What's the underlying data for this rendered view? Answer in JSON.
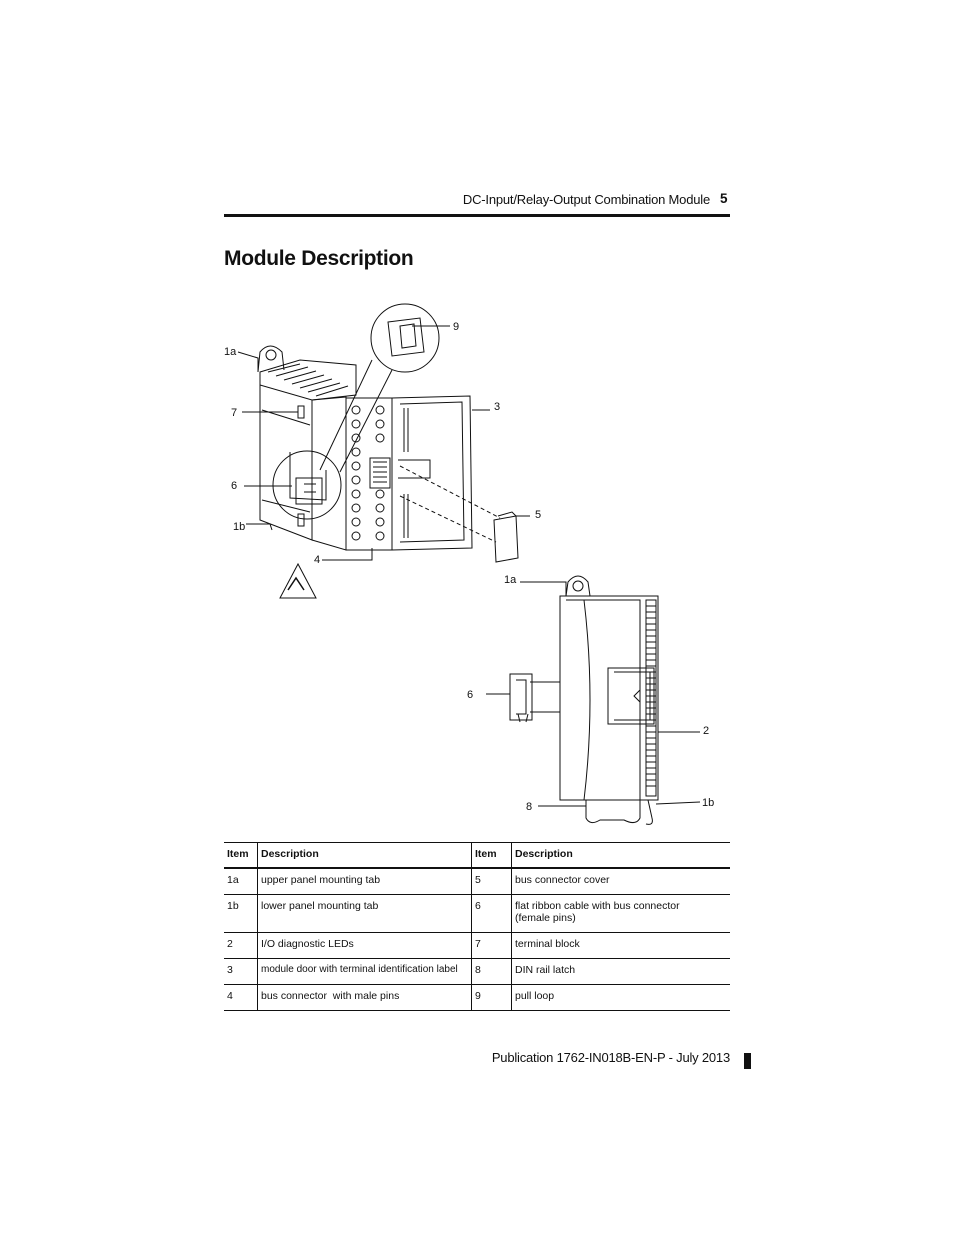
{
  "header": {
    "title": "DC-Input/Relay-Output Combination Module",
    "page_number": "5"
  },
  "section_title": "Module Description",
  "figure": {
    "callouts_top": [
      "1a",
      "7",
      "6",
      "1b",
      "4",
      "9",
      "3",
      "5"
    ],
    "callouts_side": [
      "1a",
      "6",
      "2",
      "8",
      "1b"
    ]
  },
  "table": {
    "headers": [
      "Item",
      "Description",
      "Item",
      "Description"
    ],
    "rows": [
      {
        "item1": "1a",
        "desc1": "upper panel mounting tab",
        "item2": "5",
        "desc2": "bus connector cover"
      },
      {
        "item1": "1b",
        "desc1": "lower panel mounting tab",
        "item2": "6",
        "desc2": "flat ribbon cable with bus connector (female pins)"
      },
      {
        "item1": "2",
        "desc1": "I/O diagnostic LEDs",
        "item2": "7",
        "desc2": "terminal block"
      },
      {
        "item1": "3",
        "desc1": "module door with terminal identification label",
        "item2": "8",
        "desc2": "DIN rail latch"
      },
      {
        "item1": "4",
        "desc1": "bus connector  with male pins",
        "item2": "9",
        "desc2": "pull loop"
      }
    ]
  },
  "footer": {
    "publication": "Publication 1762-IN018B-EN-P - July 2013"
  }
}
